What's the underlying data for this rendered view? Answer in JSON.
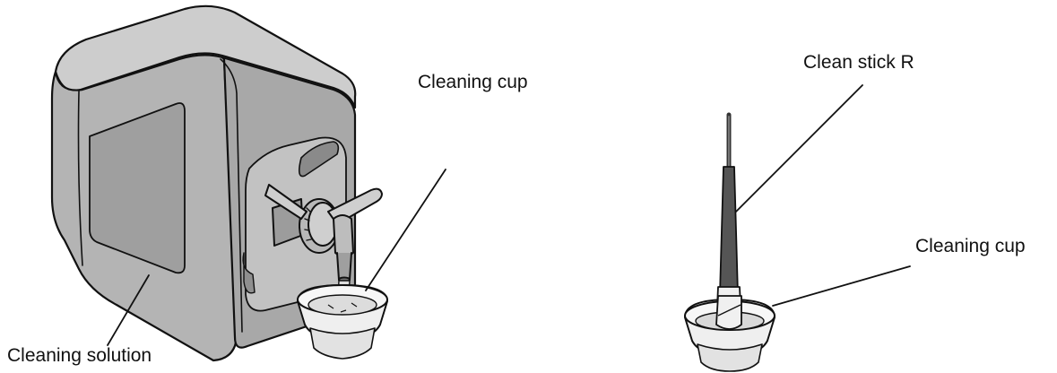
{
  "labels": {
    "cleaning_cup_left": "Cleaning cup",
    "cleaning_solution": "Cleaning solution",
    "clean_stick": "Clean stick R",
    "cleaning_cup_right": "Cleaning cup"
  },
  "colors": {
    "outline": "#111111",
    "bottle_fill": "#b4b4b4",
    "bottle_light": "#cdcdcd",
    "bottle_panel": "#a6a6a6",
    "stick_shaft": "#555555",
    "cup_fill": "#f2f2f2",
    "liquid": "#d8d8d8"
  }
}
